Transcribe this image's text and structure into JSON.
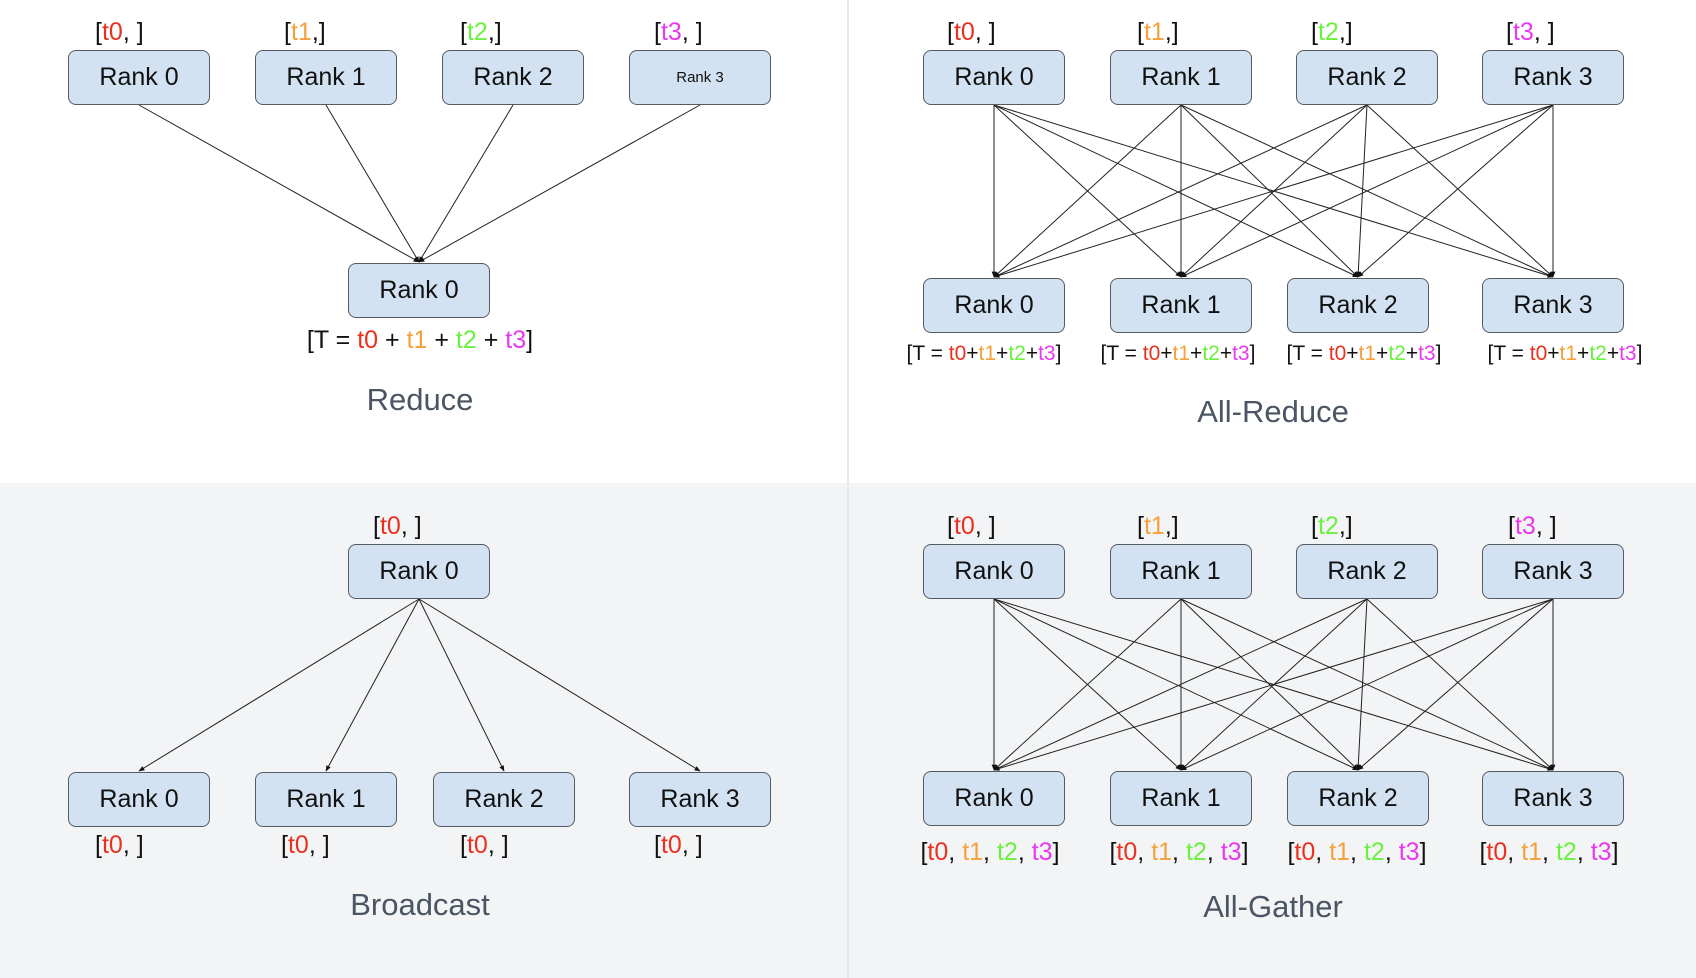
{
  "colors": {
    "t0": "#e8321f",
    "t1": "#f5a03a",
    "t2": "#6cf040",
    "t3": "#e838f0",
    "box_fill": "#d3e2f2",
    "title": "#4b5563"
  },
  "panels": {
    "reduce": {
      "title": "Reduce",
      "sources": [
        {
          "rank": "Rank 0",
          "label": {
            "open": "[",
            "token": "t0",
            "close": ", ]"
          }
        },
        {
          "rank": "Rank 1",
          "label": {
            "open": "[",
            "token": "t1",
            "close": ",]"
          }
        },
        {
          "rank": "Rank 2",
          "label": {
            "open": "[",
            "token": "t2",
            "close": ",]"
          }
        },
        {
          "rank": "Rank 3",
          "label": {
            "open": "[",
            "token": "t3",
            "close": ", ]"
          }
        }
      ],
      "target": {
        "rank": "Rank 0"
      },
      "result": {
        "prefix": "[T = ",
        "t0": "t0",
        "plus": " + ",
        "t1": "t1",
        "t2": "t2",
        "t3": "t3",
        "suffix": "]"
      }
    },
    "all_reduce": {
      "title": "All-Reduce",
      "sources": [
        {
          "rank": "Rank 0",
          "label": {
            "open": "[",
            "token": "t0",
            "close": ", ]"
          }
        },
        {
          "rank": "Rank 1",
          "label": {
            "open": "[",
            "token": "t1",
            "close": ",]"
          }
        },
        {
          "rank": "Rank 2",
          "label": {
            "open": "[",
            "token": "t2",
            "close": ",]"
          }
        },
        {
          "rank": "Rank 3",
          "label": {
            "open": "[",
            "token": "t3",
            "close": ", ]"
          }
        }
      ],
      "targets": [
        {
          "rank": "Rank 0"
        },
        {
          "rank": "Rank 1"
        },
        {
          "rank": "Rank 2"
        },
        {
          "rank": "Rank 3"
        }
      ],
      "result": {
        "prefix": "[T = ",
        "t0": "t0",
        "plus": "+",
        "t1": "t1",
        "t2": "t2",
        "t3": "t3",
        "suffix": "]"
      }
    },
    "broadcast": {
      "title": "Broadcast",
      "source": {
        "rank": "Rank 0",
        "label": {
          "open": "[",
          "token": "t0",
          "close": ", ]"
        }
      },
      "targets": [
        {
          "rank": "Rank 0",
          "label": {
            "open": "[",
            "token": "t0",
            "close": ", ]"
          }
        },
        {
          "rank": "Rank 1",
          "label": {
            "open": "[",
            "token": "t0",
            "close": ", ]"
          }
        },
        {
          "rank": "Rank 2",
          "label": {
            "open": "[",
            "token": "t0",
            "close": ", ]"
          }
        },
        {
          "rank": "Rank 3",
          "label": {
            "open": "[",
            "token": "t0",
            "close": ", ]"
          }
        }
      ]
    },
    "all_gather": {
      "title": "All-Gather",
      "sources": [
        {
          "rank": "Rank 0",
          "label": {
            "open": "[",
            "token": "t0",
            "close": ", ]"
          }
        },
        {
          "rank": "Rank 1",
          "label": {
            "open": "[",
            "token": "t1",
            "close": ",]"
          }
        },
        {
          "rank": "Rank 2",
          "label": {
            "open": "[",
            "token": "t2",
            "close": ",]"
          }
        },
        {
          "rank": "Rank 3",
          "label": {
            "open": "[",
            "token": "t3",
            "close": ", ]"
          }
        }
      ],
      "targets": [
        {
          "rank": "Rank 0"
        },
        {
          "rank": "Rank 1"
        },
        {
          "rank": "Rank 2"
        },
        {
          "rank": "Rank 3"
        }
      ],
      "result": {
        "open": "[",
        "t0": "t0",
        "sep": ", ",
        "t1": "t1",
        "t2": "t2",
        "t3": "t3",
        "close": "]"
      }
    }
  }
}
